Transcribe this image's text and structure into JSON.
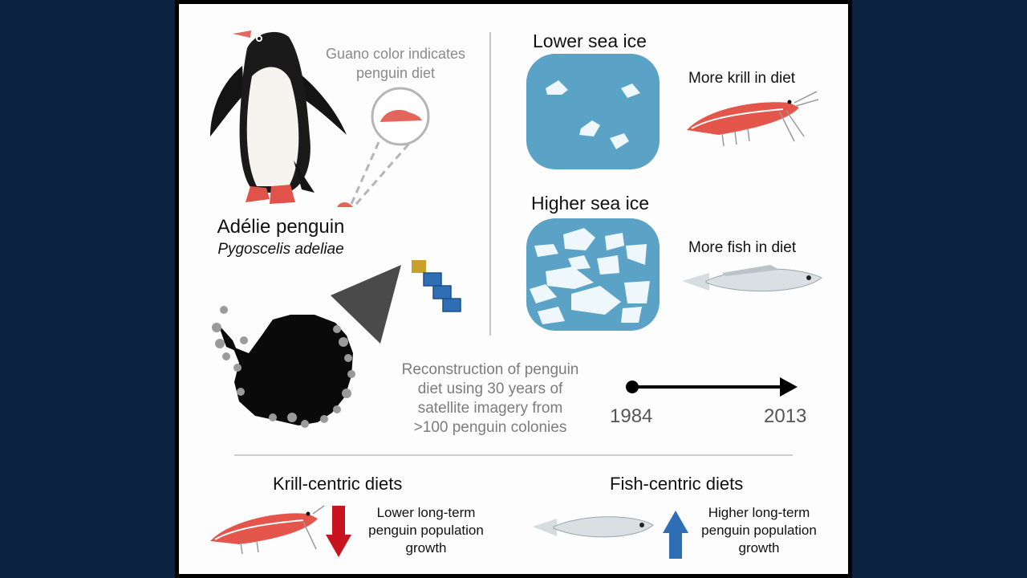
{
  "guano_note": "Guano color indicates\npenguin diet",
  "species": {
    "common_name": "Adélie penguin",
    "latin_name": "Pygoscelis adeliae"
  },
  "ice_scenarios": [
    {
      "heading": "Lower sea ice",
      "diet": "More krill in diet"
    },
    {
      "heading": "Higher sea ice",
      "diet": "More fish in diet"
    }
  ],
  "reconstruction": "Reconstruction of penguin\ndiet using 30 years of\nsatellite imagery from\n>100 penguin colonies",
  "timeline": {
    "start": "1984",
    "end": "2013"
  },
  "outcomes": [
    {
      "title": "Krill-centric diets",
      "effect": "Lower long-term\npenguin population\ngrowth",
      "direction": "down"
    },
    {
      "title": "Fish-centric diets",
      "effect": "Higher long-term\npenguin population\ngrowth",
      "direction": "up"
    }
  ],
  "colors": {
    "background": "#0b2341",
    "ice_water": "#5aa3c6",
    "krill": "#e4564c",
    "arrow_down": "#c8141e",
    "arrow_up": "#2f6db5",
    "guano": "#e3655c"
  },
  "icons": [
    "penguin-icon",
    "guano-magnifier-icon",
    "satellite-icon",
    "antarctica-map-icon",
    "krill-icon",
    "fish-icon",
    "sea-ice-icon"
  ]
}
